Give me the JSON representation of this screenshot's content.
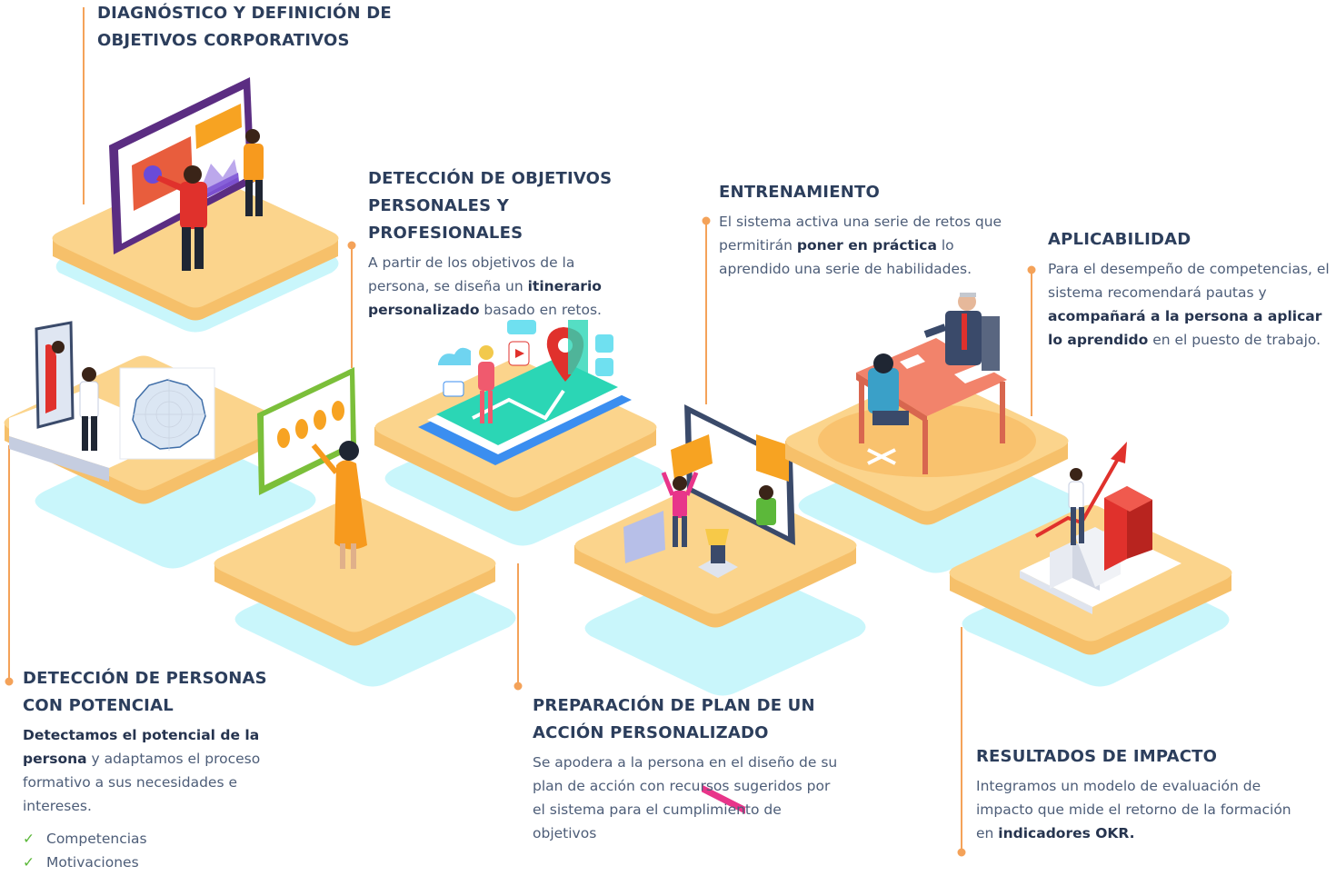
{
  "colors": {
    "tile_top": "#fbd48c",
    "tile_side": "#f6c06a",
    "tile_shadow": "#c9f6fb",
    "connector": "#f4a259",
    "title_text": "#2c3e5c",
    "body_text": "#4d5d78",
    "check": "#5cb83a"
  },
  "steps": [
    {
      "id": "diagnostico",
      "title_l1": "DIAGNÓSTICO Y DEFINICIÓN DE",
      "title_l2": "OBJETIVOS CORPORATIVOS",
      "illustration": "monitor-dashboard-team"
    },
    {
      "id": "personas",
      "title_l1": "DETECCIÓN DE PERSONAS",
      "title_l2": "CON POTENCIAL",
      "desc": {
        "p1": "Detectamos el potencial de la",
        "p2": "persona",
        "p3": " y adaptamos el proceso formativo a sus necesidades e intereses."
      },
      "checks": [
        "Competencias",
        "Motivaciones"
      ],
      "illustration": "mirror-radar-chart"
    },
    {
      "id": "objetivos",
      "title_l1": "DETECCIÓN DE OBJETIVOS",
      "title_l2": "PERSONALES Y PROFESIONALES",
      "desc": {
        "p1": "A partir de los objetivos de la persona, se diseña un ",
        "p2": "itinerario personalizado",
        "p3": " basado en retos."
      },
      "illustration": "phone-map-route"
    },
    {
      "id": "plan",
      "title_l1": "PREPARACIÓN DE PLAN DE UN",
      "title_l2": "ACCIÓN PERSONALIZADO",
      "desc": "Se apodera a la persona en el diseño de su plan de acción con recursos sugeridos por el sistema para el cumplimiento de objetivos",
      "illustration": "screen-trophy-celebration"
    },
    {
      "id": "entrenamiento",
      "title_l1": "ENTRENAMIENTO",
      "desc": {
        "p1": "El sistema activa una serie de retos que permitirán ",
        "p2": "poner en práctica",
        "p3": " lo aprendido una serie de habilidades."
      },
      "illustration": "desk-interview"
    },
    {
      "id": "aplicabilidad",
      "title_l1": "APLICABILIDAD",
      "desc": {
        "p1": "Para el desempeño de competencias, el sistema recomendará pautas y ",
        "p2": "acompañará a la persona a aplicar lo aprendido",
        "p3": " en el puesto de trabajo."
      }
    },
    {
      "id": "resultados",
      "title_l1": "RESULTADOS DE IMPACTO",
      "desc": {
        "p1": "Integramos un modelo de evaluación de impacto que mide el retorno de la formación en ",
        "p2": "indicadores OKR."
      },
      "illustration": "growth-stairs-arrow"
    }
  ]
}
